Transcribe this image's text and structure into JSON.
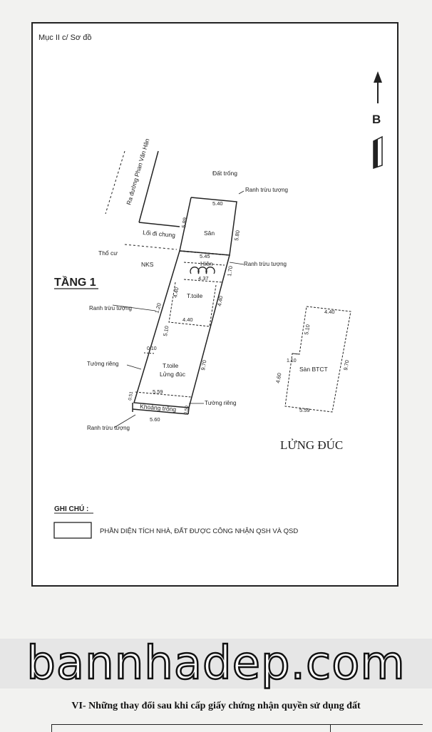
{
  "header": {
    "section": "Mục II c/ Sơ đồ"
  },
  "compass": {
    "letter": "B"
  },
  "floor1": {
    "title": "TẦNG 1",
    "labels": {
      "road": "Ra đường Phan Văn Hân",
      "empty_land": "Đất trống",
      "boundary_top": "Ranh trừu tượng",
      "common_path": "Lối đi chung",
      "residential_land": "Thổ cư",
      "nks": "NKS",
      "yard": "Sân",
      "porch": "Hiên",
      "boundary_mid": "Ranh trừu tượng",
      "boundary_left": "Ranh trừu tượng",
      "toilet": "T.toile",
      "toilet_mezz": "T.toile",
      "mezzanine": "Lửng đúc",
      "private_wall_left": "Tường riêng",
      "private_wall_right": "Tường riêng",
      "open_space": "Khoảng trống",
      "boundary_bottom": "Ranh trừu tượng"
    },
    "dimensions": {
      "top": "5.40",
      "yard_left": "5.89",
      "yard_right": "5.80",
      "width_545": "5.45",
      "porch_width": "4.37",
      "porch_depth": "1.70",
      "left_120": "1.20",
      "toilet_left": "4.40",
      "toilet_right": "4.40",
      "toilet_bottom": "4.40",
      "left_510": "5.10",
      "left_010": "0.10",
      "right_970": "9.70",
      "bottom_559": "5.59",
      "bottom_560": "5.60",
      "side_051": "0.51",
      "side_050": "0.50"
    }
  },
  "mezzanine": {
    "title": "LỬNG ĐÚC",
    "slab": "Sàn BTCT",
    "dimensions": {
      "top": "4.40",
      "left_510": "5.10",
      "gap": "1.10",
      "left_460": "4.60",
      "right": "9.70",
      "bottom": "5.59"
    }
  },
  "legend": {
    "heading": "GHI CHÚ :",
    "text": "PHẦN DIỆN TÍCH NHÀ, ĐẤT  ĐƯỢC CÔNG NHẬN QSH VÀ QSD"
  },
  "watermark": "bannhadep.com",
  "footer": {
    "title": "VI- Những thay đổi sau khi cấp giấy chứng nhận quyền sử dụng đất"
  },
  "colors": {
    "ink": "#222222",
    "paper": "#ffffff",
    "background": "#f2f2f0"
  }
}
